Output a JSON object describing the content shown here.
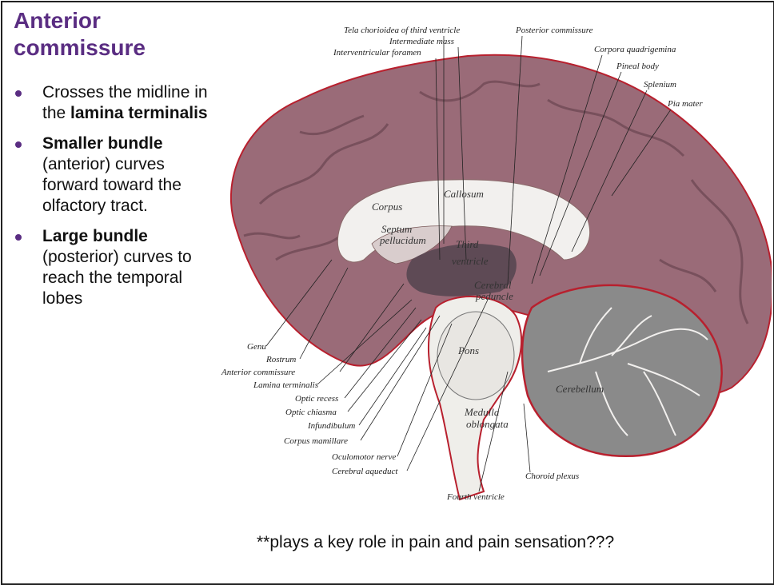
{
  "title": "Anterior commissure",
  "bullets": [
    {
      "bold_prefix": "",
      "text": "Crosses the midline in the ",
      "bold_suffix": "lamina terminalis"
    },
    {
      "bold_prefix": "Smaller bundle",
      "text": " (anterior) curves forward toward the olfactory tract.",
      "bold_suffix": ""
    },
    {
      "bold_prefix": "Large bundle",
      "text": " (posterior) curves to reach the temporal lobes",
      "bold_suffix": ""
    }
  ],
  "figure": {
    "top_labels": {
      "tela": "Tela chorioidea of third ventricle",
      "intermediate": "Intermediate mass",
      "interventricular": "Interventricular foramen",
      "post_commissure": "Posterior commissure",
      "corpora": "Corpora quadrigemina",
      "pineal": "Pineal body",
      "splenium": "Splenium",
      "pia": "Pia mater"
    },
    "left_labels": {
      "genu": "Genu",
      "rostrum": "Rostrum",
      "ant_commissure": "Anterior commissure",
      "lamina": "Lamina terminalis",
      "optic_recess": "Optic recess",
      "optic_chiasma": "Optic chiasma",
      "infundibulum": "Infundibulum",
      "corpus_mamillare": "Corpus mamillare",
      "oculomotor": "Oculomotor nerve",
      "aqueduct": "Cerebral aqueduct"
    },
    "bottom_labels": {
      "choroid": "Choroid plexus",
      "fourth": "Fourth ventricle"
    },
    "inner_labels": {
      "corpus": "Corpus",
      "callosum": "Callosum",
      "septum": "Septum",
      "pellucidum": "pellucidum",
      "third": "Third",
      "ventricle": "ventricle",
      "cerebral": "Cerebral",
      "peduncle": "peduncle",
      "pons": "Pons",
      "medulla": "Medulla",
      "oblongata": "oblongata",
      "cerebellum": "Cerebellum"
    },
    "colors": {
      "cortex": "#9a6b78",
      "cortex_dark": "#5e3a46",
      "white_matter": "#f2f0ee",
      "pia_red": "#b8202e",
      "cerebellum_gray": "#8a8a8a"
    }
  },
  "footnote": "**plays a key role in pain and pain sensation???"
}
